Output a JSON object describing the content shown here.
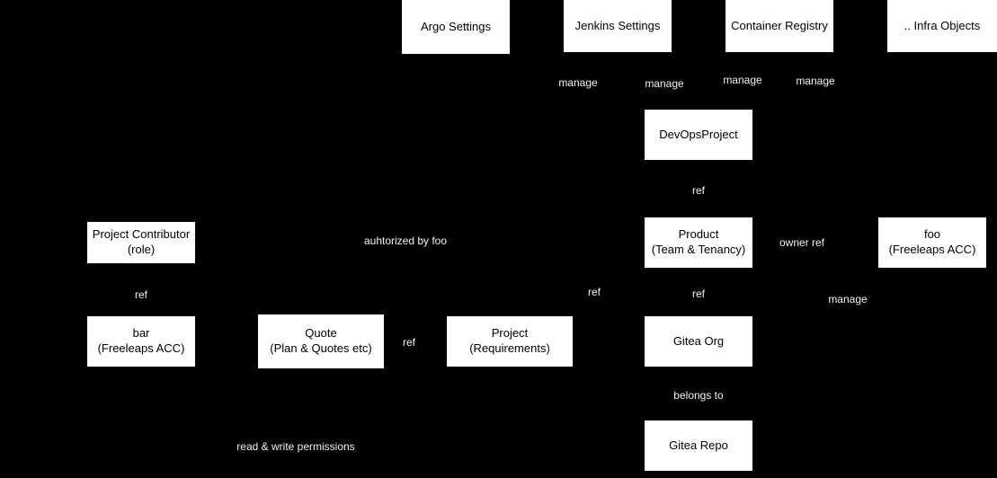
{
  "diagram": {
    "background_color": "#000000",
    "node_fill_color": "#ffffff",
    "node_text_color": "#000000",
    "edge_label_text_color": "#f2f2f2",
    "nodes": {
      "argo_settings": {
        "label": "Argo Settings"
      },
      "jenkins_settings": {
        "label": "Jenkins Settings"
      },
      "container_registry": {
        "label": "Container Registry"
      },
      "infra_objects": {
        "label": ".. Infra Objects"
      },
      "devops_project": {
        "label": "DevOpsProject"
      },
      "product": {
        "label": "Product\n(Team & Tenancy)"
      },
      "foo_account": {
        "label": "foo\n(Freeleaps ACC)"
      },
      "gitea_org": {
        "label": "Gitea Org"
      },
      "gitea_repo": {
        "label": "Gitea Repo"
      },
      "project_contributor": {
        "label": "Project Contributor\n(role)"
      },
      "bar_account": {
        "label": "bar\n(Freeleaps ACC)"
      },
      "quote": {
        "label": "Quote\n(Plan & Quotes etc)"
      },
      "project": {
        "label": "Project\n(Requirements)"
      }
    },
    "edges": {
      "manage_argo": {
        "label": "manage"
      },
      "manage_jenkins": {
        "label": "manage"
      },
      "manage_registry": {
        "label": "manage"
      },
      "manage_infra": {
        "label": "manage"
      },
      "ref_devops_product": {
        "label": "ref"
      },
      "owner_ref": {
        "label": "owner ref"
      },
      "manage_foo": {
        "label": "manage"
      },
      "ref_project_product": {
        "label": "ref"
      },
      "ref_product_gitea": {
        "label": "ref"
      },
      "belongs_to": {
        "label": "belongs to"
      },
      "authorized_by_foo": {
        "label": "auhtorized by foo"
      },
      "ref_contributor_bar": {
        "label": "ref"
      },
      "ref_quote_project": {
        "label": "ref"
      },
      "read_write_perms": {
        "label": "read & write permissions"
      }
    }
  }
}
